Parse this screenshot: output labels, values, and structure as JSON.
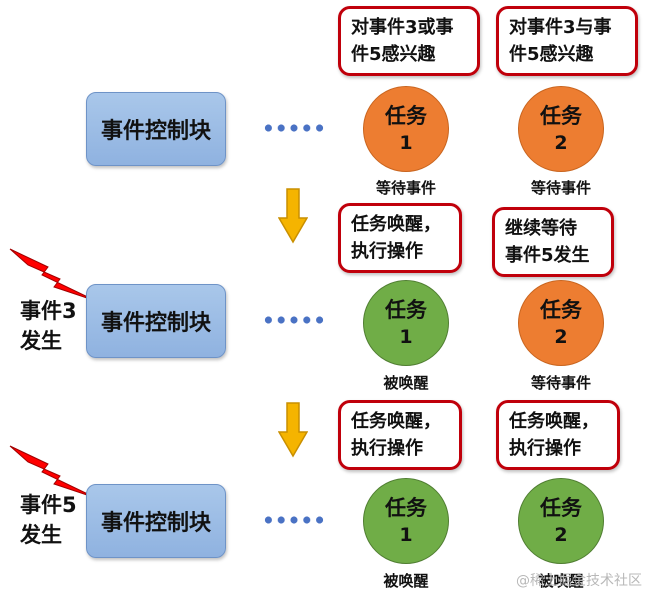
{
  "ecb_label": "事件控制块",
  "task1": {
    "name": "任务",
    "num": "1"
  },
  "task2": {
    "name": "任务",
    "num": "2"
  },
  "states": {
    "waiting": "等待事件",
    "woken": "被唤醒"
  },
  "row1": {
    "bubble1": [
      "对事件3或事",
      "件5感兴趣"
    ],
    "bubble2": [
      "对事件3与事",
      "件5感兴趣"
    ]
  },
  "row2": {
    "event": [
      "事件3",
      "发生"
    ],
    "bubble1": [
      "任务唤醒，",
      "执行操作"
    ],
    "bubble2": [
      "继续等待",
      "事件5发生"
    ]
  },
  "row3": {
    "event": [
      "事件5",
      "发生"
    ],
    "bubble1": [
      "任务唤醒，",
      "执行操作"
    ],
    "bubble2": [
      "任务唤醒，",
      "执行操作"
    ]
  },
  "watermark": "@稀土掘金技术社区",
  "colors": {
    "waiting": "#ed7d31",
    "woken": "#70ad47",
    "bubble_border": "#c0000b",
    "arrow": "#f5b400",
    "lightning": "#ff0000",
    "ecb": "#9dbde6"
  }
}
